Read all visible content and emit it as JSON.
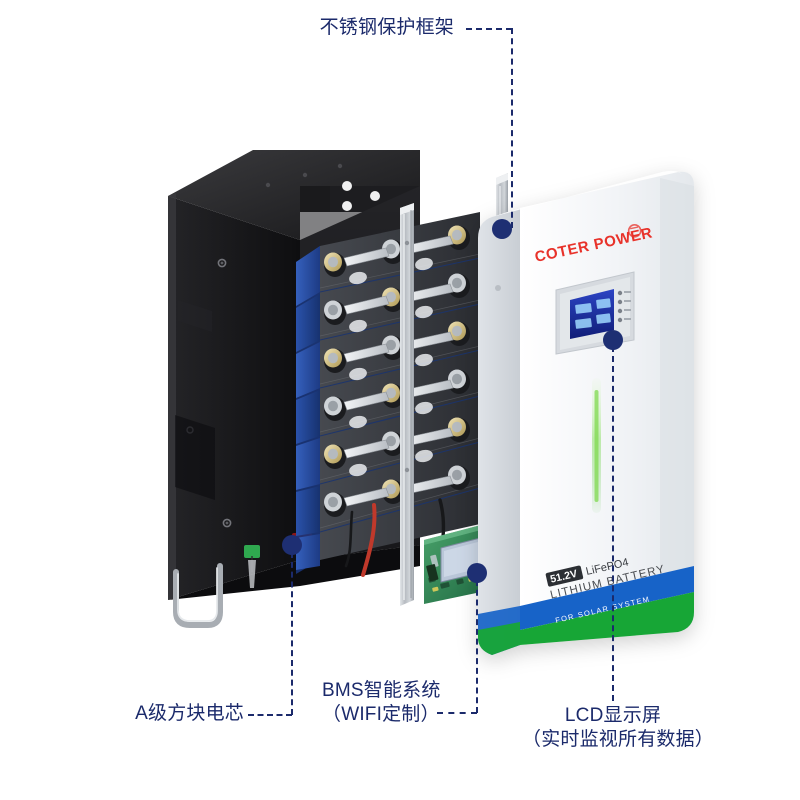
{
  "diagram": {
    "title": "Wall-mounted LiFePO4 battery exploded view",
    "line_color": "#1b2a6b",
    "dot_color": "#1e2f73"
  },
  "callouts": [
    {
      "id": "frame",
      "name": "stainless-steel-frame",
      "lines": [
        "不锈钢保护框架"
      ]
    },
    {
      "id": "cells",
      "name": "grade-a-prismatic-cells",
      "lines": [
        "A级方块电芯"
      ]
    },
    {
      "id": "bms",
      "name": "bms-smart-system",
      "lines": [
        "BMS智能系统",
        "（WIFI定制）"
      ]
    },
    {
      "id": "lcd",
      "name": "lcd-display",
      "lines": [
        "LCD显示屏",
        "（实时监视所有数据）"
      ]
    }
  ],
  "product": {
    "brand": "COTER POWER",
    "voltage_badge": "51.2V",
    "chemistry": "LiFePO4",
    "type_text": "LITHIUM BATTERY",
    "stripe_text": "FOR SOLAR SYSTEM",
    "colors": {
      "brand_red": "#e8322a",
      "stripe_blue": "#1763c8",
      "stripe_green": "#17a636",
      "shell_white": "#f4f6f8",
      "cell_blue": "#21479a",
      "cell_top": "#3a3d42",
      "enclosure_black": "#1c1c1e",
      "steel": "#b9bdc2",
      "pcb_green": "#2f7d4f"
    }
  },
  "lcd": {
    "name": "lcd-screen",
    "screen_color": "#1b2fa6",
    "indicator_count": 4
  }
}
